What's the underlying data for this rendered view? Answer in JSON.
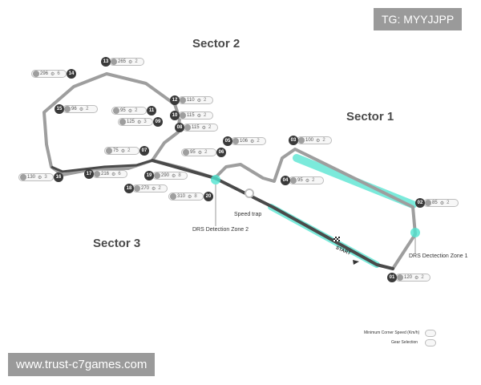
{
  "watermark_top": "TG: MYYJJPP",
  "watermark_bottom": "www.trust-c7games.com",
  "sectors": [
    "Sector 1",
    "Sector 2",
    "Sector 3"
  ],
  "zones": {
    "drs1": "DRS Dectection Zone 1",
    "drs2": "DRS Detection Zone 2",
    "speed_trap": "Speed trap",
    "start": "START"
  },
  "legend": {
    "speed": "Minimum Corner Speed (Km/h)",
    "gear": "Gear Selection"
  },
  "colors": {
    "track": "#9e9e9e",
    "track_dark": "#4a4a4a",
    "drs": "#4fe3cf",
    "label_border": "#bdbdbd"
  },
  "corners": [
    {
      "id": "01",
      "speed": "120",
      "gear": "2"
    },
    {
      "id": "02",
      "speed": "85",
      "gear": "2"
    },
    {
      "id": "03",
      "speed": "100",
      "gear": "2"
    },
    {
      "id": "04",
      "speed": "95",
      "gear": "2"
    },
    {
      "id": "05",
      "speed": "106",
      "gear": "2"
    },
    {
      "id": "06",
      "speed": "95",
      "gear": "2"
    },
    {
      "id": "07",
      "speed": "75",
      "gear": "2"
    },
    {
      "id": "08",
      "speed": "115",
      "gear": "2"
    },
    {
      "id": "09",
      "speed": "125",
      "gear": "3"
    },
    {
      "id": "10",
      "speed": "115",
      "gear": "2"
    },
    {
      "id": "11",
      "speed": "95",
      "gear": "2"
    },
    {
      "id": "12",
      "speed": "110",
      "gear": "2"
    },
    {
      "id": "13",
      "speed": "265",
      "gear": "2"
    },
    {
      "id": "14",
      "speed": "296",
      "gear": "6"
    },
    {
      "id": "15",
      "speed": "96",
      "gear": "2"
    },
    {
      "id": "16",
      "speed": "130",
      "gear": "3"
    },
    {
      "id": "17",
      "speed": "216",
      "gear": "6"
    },
    {
      "id": "18",
      "speed": "270",
      "gear": "2"
    },
    {
      "id": "19",
      "speed": "290",
      "gear": "8"
    },
    {
      "id": "20",
      "speed": "310",
      "gear": "8"
    }
  ]
}
